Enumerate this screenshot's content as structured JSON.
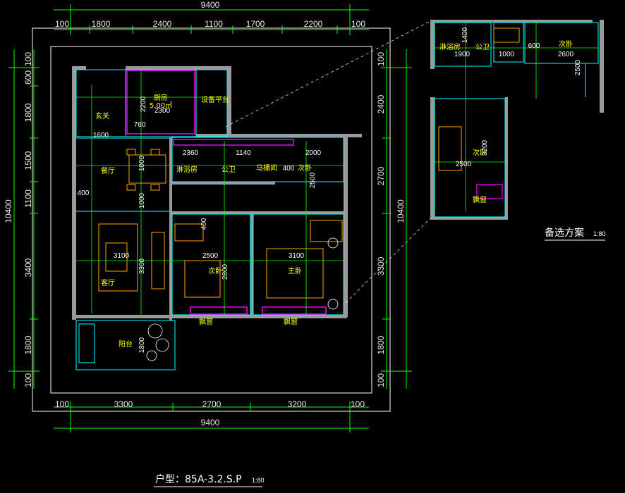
{
  "colors": {
    "background": "#000000",
    "dimension_line": "#00ff00",
    "wall": "#00ffff",
    "room_label": "#ffff00",
    "furniture": "#ffa500",
    "accent_magenta": "#ff00ff",
    "frame": "#ffffff"
  },
  "dimensions": {
    "top_total": "9400",
    "top_segments": [
      "100",
      "1800",
      "2400",
      "1100",
      "1700",
      "2200",
      "100"
    ],
    "bottom_total": "9400",
    "bottom_segments": [
      "100",
      "3300",
      "2700",
      "3200",
      "100"
    ],
    "left_total": "10400",
    "left_segments": [
      "100",
      "600",
      "1800",
      "1500",
      "1100",
      "3400",
      "1800",
      "100"
    ],
    "right_total": "10400",
    "right_segments": [
      "100",
      "2400",
      "2700",
      "3300",
      "1800",
      "100"
    ]
  },
  "rooms": {
    "entrance": "玄关",
    "kitchen": "厨房",
    "kitchen_area": "5.00㎡",
    "equipment_platform": "设备平台",
    "dining": "餐厅",
    "living": "客厅",
    "balcony": "阳台",
    "shower": "淋浴房",
    "public_wc": "公卫",
    "toilet": "马桶间",
    "secondary_bedroom_1": "次卧",
    "secondary_bedroom_2": "次卧",
    "master_bedroom": "主卧",
    "bay_window_1": "飘窗",
    "bay_window_2": "飘窗"
  },
  "room_dims": {
    "d2200": "2200",
    "d2300": "2300",
    "d1600": "1600",
    "d760": "760",
    "d2360": "2360",
    "d1140": "1140",
    "d2000": "2000",
    "d400": "400",
    "d400b": "400",
    "d1000a": "1000",
    "d1000b": "1000",
    "d2500a": "2500",
    "d2500b": "2500",
    "d3100a": "3100",
    "d3100b": "3100",
    "d3300": "3300",
    "d2800": "2800",
    "d1800": "1800",
    "d400c": "400"
  },
  "alternative": {
    "title": "备选方案",
    "scale": "1:80",
    "shower": "淋浴房",
    "public_wc": "公卫",
    "bedroom_top": "次卧",
    "bedroom_main": "次卧",
    "bay_window": "飘窗",
    "d1900": "1900",
    "d1000": "1000",
    "d600": "600",
    "d2600": "2600",
    "d1400": "1400",
    "d2500": "2500",
    "d2500b": "2500",
    "d3200": "3200"
  },
  "caption": {
    "unit_type": "户型：85A-3.2.S.P",
    "scale": "1:80"
  }
}
